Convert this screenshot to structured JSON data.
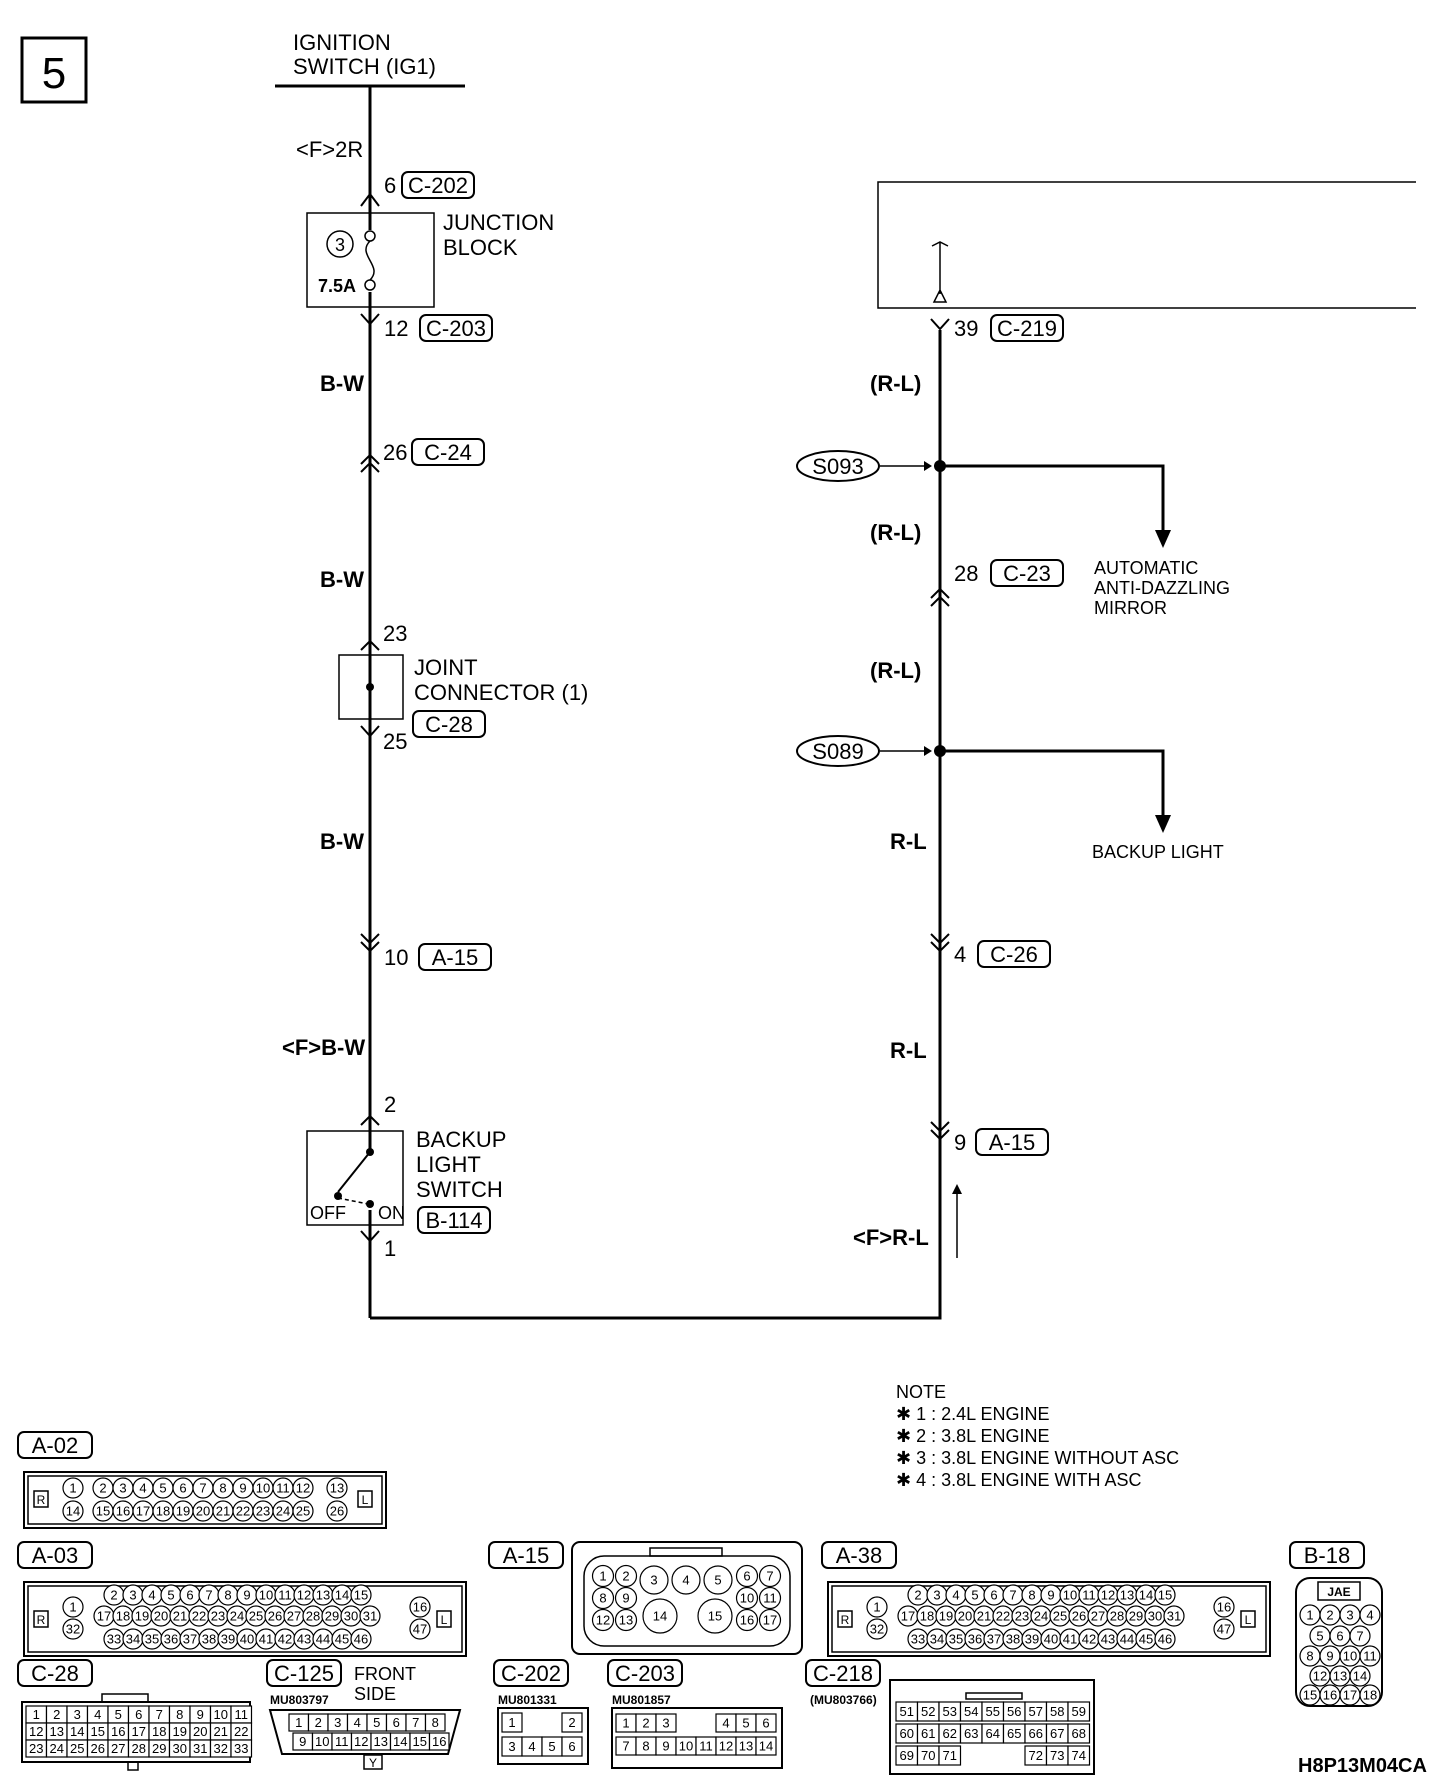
{
  "page_number": "5",
  "ignition": {
    "line1": "IGNITION",
    "line2": "SWITCH (IG1)"
  },
  "left_circuit": {
    "wire_top": "<F>2R",
    "c202_pin": "6",
    "c202_tag": "C-202",
    "fuse_number": "3",
    "fuse_rating": "7.5A",
    "junction_line1": "JUNCTION",
    "junction_line2": "BLOCK",
    "c203_pin": "12",
    "c203_tag": "C-203",
    "wire1": "B-W",
    "c24_pin": "26",
    "c24_tag": "C-24",
    "wire2": "B-W",
    "joint_pin_top": "23",
    "joint_line1": "JOINT",
    "joint_line2": "CONNECTOR (1)",
    "c28_tag": "C-28",
    "joint_pin_bottom": "25",
    "wire3": "B-W",
    "a15_pin": "10",
    "a15_tag": "A-15",
    "wire4": "<F>B-W",
    "switch_pin_top": "2",
    "switch_line1": "BACKUP",
    "switch_line2": "LIGHT",
    "switch_line3": "SWITCH",
    "switch_off": "OFF",
    "switch_on": "ON",
    "b114_tag": "B-114",
    "switch_pin_bottom": "1"
  },
  "right_circuit": {
    "c219_pin": "39",
    "c219_tag": "C-219",
    "wire1": "(R-L)",
    "s093": "S093",
    "wire2": "(R-L)",
    "c23_pin": "28",
    "c23_tag": "C-23",
    "mirror_line1": "AUTOMATIC",
    "mirror_line2": "ANTI-DAZZLING",
    "mirror_line3": "MIRROR",
    "wire3": "(R-L)",
    "s089": "S089",
    "wire4": "R-L",
    "backup_light": "BACKUP LIGHT",
    "c26_pin": "4",
    "c26_tag": "C-26",
    "wire5": "R-L",
    "a15_pin": "9",
    "a15_tag": "A-15",
    "wire6": "<F>R-L"
  },
  "note": {
    "title": "NOTE",
    "items": [
      "✱ 1 : 2.4L ENGINE",
      "✱ 2 : 3.8L ENGINE",
      "✱ 3 : 3.8L ENGINE WITHOUT ASC",
      "✱ 4 : 3.8L ENGINE WITH ASC"
    ]
  },
  "connectors": {
    "a02": {
      "tag": "A-02",
      "side_left": "R",
      "side_right": "L"
    },
    "a03": {
      "tag": "A-03",
      "side_left": "R",
      "side_right": "L"
    },
    "a15": {
      "tag": "A-15"
    },
    "a38": {
      "tag": "A-38",
      "side_left": "R",
      "side_right": "L"
    },
    "b18": {
      "tag": "B-18",
      "header": "JAE"
    },
    "c28": {
      "tag": "C-28"
    },
    "c125": {
      "tag": "C-125",
      "part": "MU803797",
      "view_line1": "FRONT",
      "view_line2": "SIDE",
      "key": "Y"
    },
    "c202": {
      "tag": "C-202",
      "part": "MU801331"
    },
    "c203": {
      "tag": "C-203",
      "part": "MU801857"
    },
    "c218": {
      "tag": "C-218",
      "part": "(MU803766)"
    }
  },
  "figure_code": "H8P13M04CA"
}
